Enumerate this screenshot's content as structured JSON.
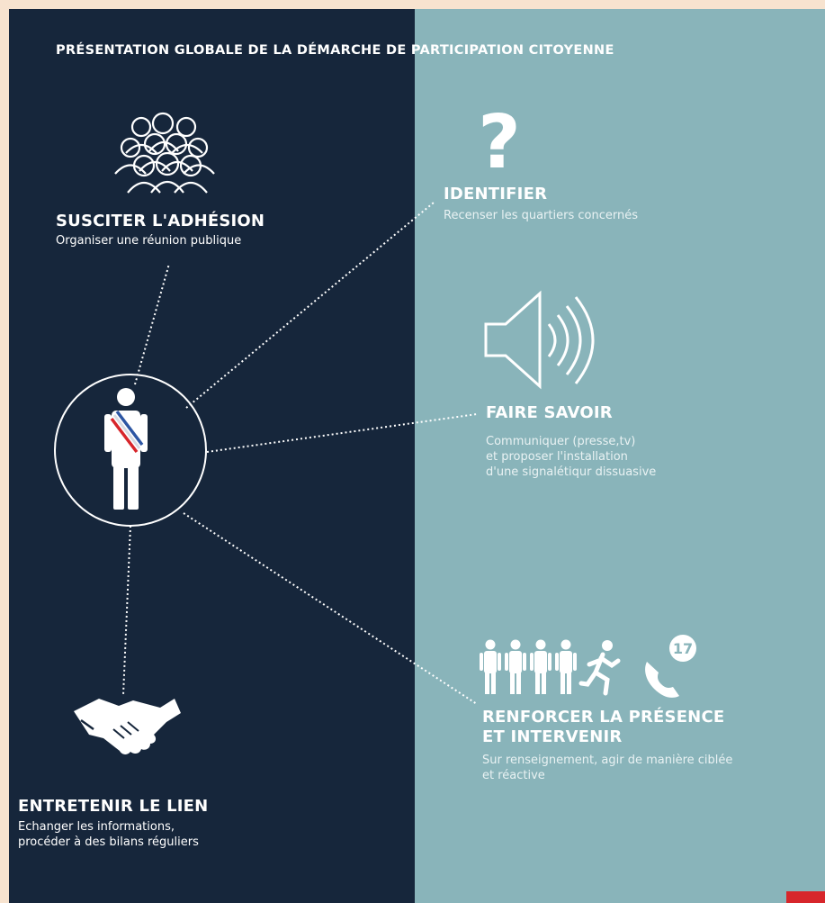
{
  "title": "PRÉSENTATION GLOBALE DE LA DÉMARCHE DE PARTICIPATION CITOYENNE",
  "colors": {
    "left_panel": "#16263b",
    "right_panel": "#89b4ba",
    "top_strip": "#f7e3cf",
    "accent_red": "#d7262b",
    "text": "#ffffff"
  },
  "center": {
    "icon": "mayor-with-tricolor-sash-icon"
  },
  "steps": {
    "susciter": {
      "icon": "crowd-icon",
      "title": "SUSCITER L'ADHÉSION",
      "description": "Organiser une réunion publique"
    },
    "identifier": {
      "icon": "question-mark-icon",
      "title": "IDENTIFIER",
      "description": "Recenser les quartiers concernés"
    },
    "faire_savoir": {
      "icon": "loudspeaker-icon",
      "title": "FAIRE SAVOIR",
      "description_lines": [
        "Communiquer (presse,tv)",
        "et proposer l'installation",
        "d'une signalétiqur dissuasive"
      ]
    },
    "renforcer": {
      "icons": [
        "people-icon",
        "running-person-icon",
        "phone-17-icon"
      ],
      "phone_badge": "17",
      "title_lines": [
        "RENFORCER LA PRÉSENCE",
        "ET INTERVENIR"
      ],
      "description_lines": [
        "Sur renseignement, agir de manière ciblée",
        "et réactive"
      ]
    },
    "entretenir": {
      "icon": "handshake-icon",
      "title": "ENTRETENIR LE LIEN",
      "description_lines": [
        "Echanger les informations,",
        "procéder à des bilans réguliers"
      ]
    }
  }
}
